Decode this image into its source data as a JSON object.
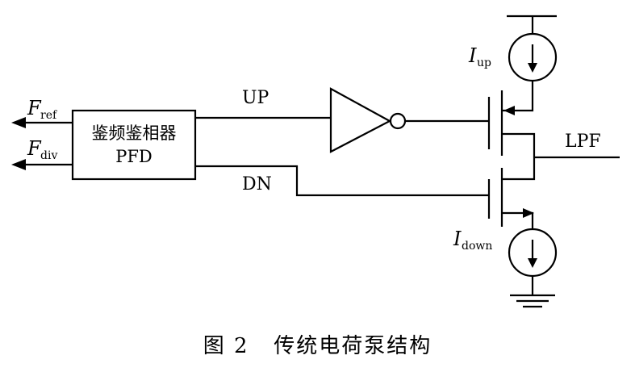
{
  "signals": {
    "f_ref_main": "F",
    "f_ref_sub": "ref",
    "f_div_main": "F",
    "f_div_sub": "div",
    "up": "UP",
    "dn": "DN",
    "lpf": "LPF",
    "i_up_main": "I",
    "i_up_sub": "up",
    "i_down_main": "I",
    "i_down_sub": "down"
  },
  "pfd_block": {
    "line1": "鉴频鉴相器",
    "line2": "PFD"
  },
  "caption": {
    "figure_number": "图 2",
    "title": "传统电荷泵结构"
  }
}
